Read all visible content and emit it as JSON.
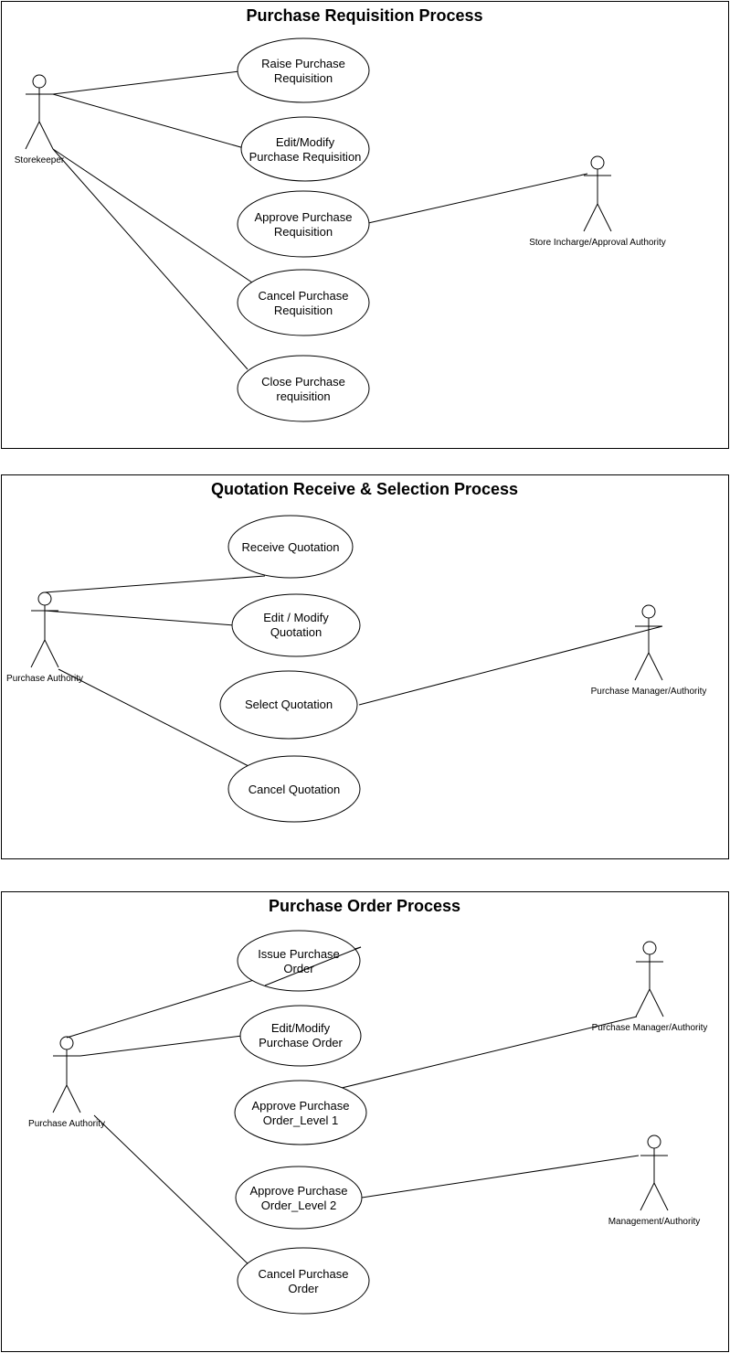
{
  "diagrams": [
    {
      "title": "Purchase Requisition Process",
      "actors": [
        "Storekeeper",
        "Store Incharge/Approval Authority"
      ],
      "use_cases": [
        [
          "Raise Purchase",
          "Requisition"
        ],
        [
          "Edit/Modify",
          "Purchase Requisition"
        ],
        [
          "Approve Purchase",
          "Requisition"
        ],
        [
          "Cancel Purchase",
          "Requisition"
        ],
        [
          "Close Purchase",
          "requisition"
        ]
      ]
    },
    {
      "title": "Quotation Receive & Selection Process",
      "actors": [
        "Purchase Authority",
        "Purchase Manager/Authority"
      ],
      "use_cases": [
        [
          "Receive Quotation"
        ],
        [
          "Edit / Modify",
          "Quotation"
        ],
        [
          "Select Quotation"
        ],
        [
          "Cancel Quotation"
        ]
      ]
    },
    {
      "title": "Purchase Order Process",
      "actors": [
        "Purchase Authority",
        "Purchase Manager/Authority",
        "Management/Authority"
      ],
      "use_cases": [
        [
          "Issue Purchase",
          "Order"
        ],
        [
          "Edit/Modify",
          "Purchase Order"
        ],
        [
          "Approve Purchase",
          "Order_Level 1"
        ],
        [
          "Approve Purchase",
          "Order_Level 2"
        ],
        [
          "Cancel Purchase",
          "Order"
        ]
      ]
    }
  ]
}
